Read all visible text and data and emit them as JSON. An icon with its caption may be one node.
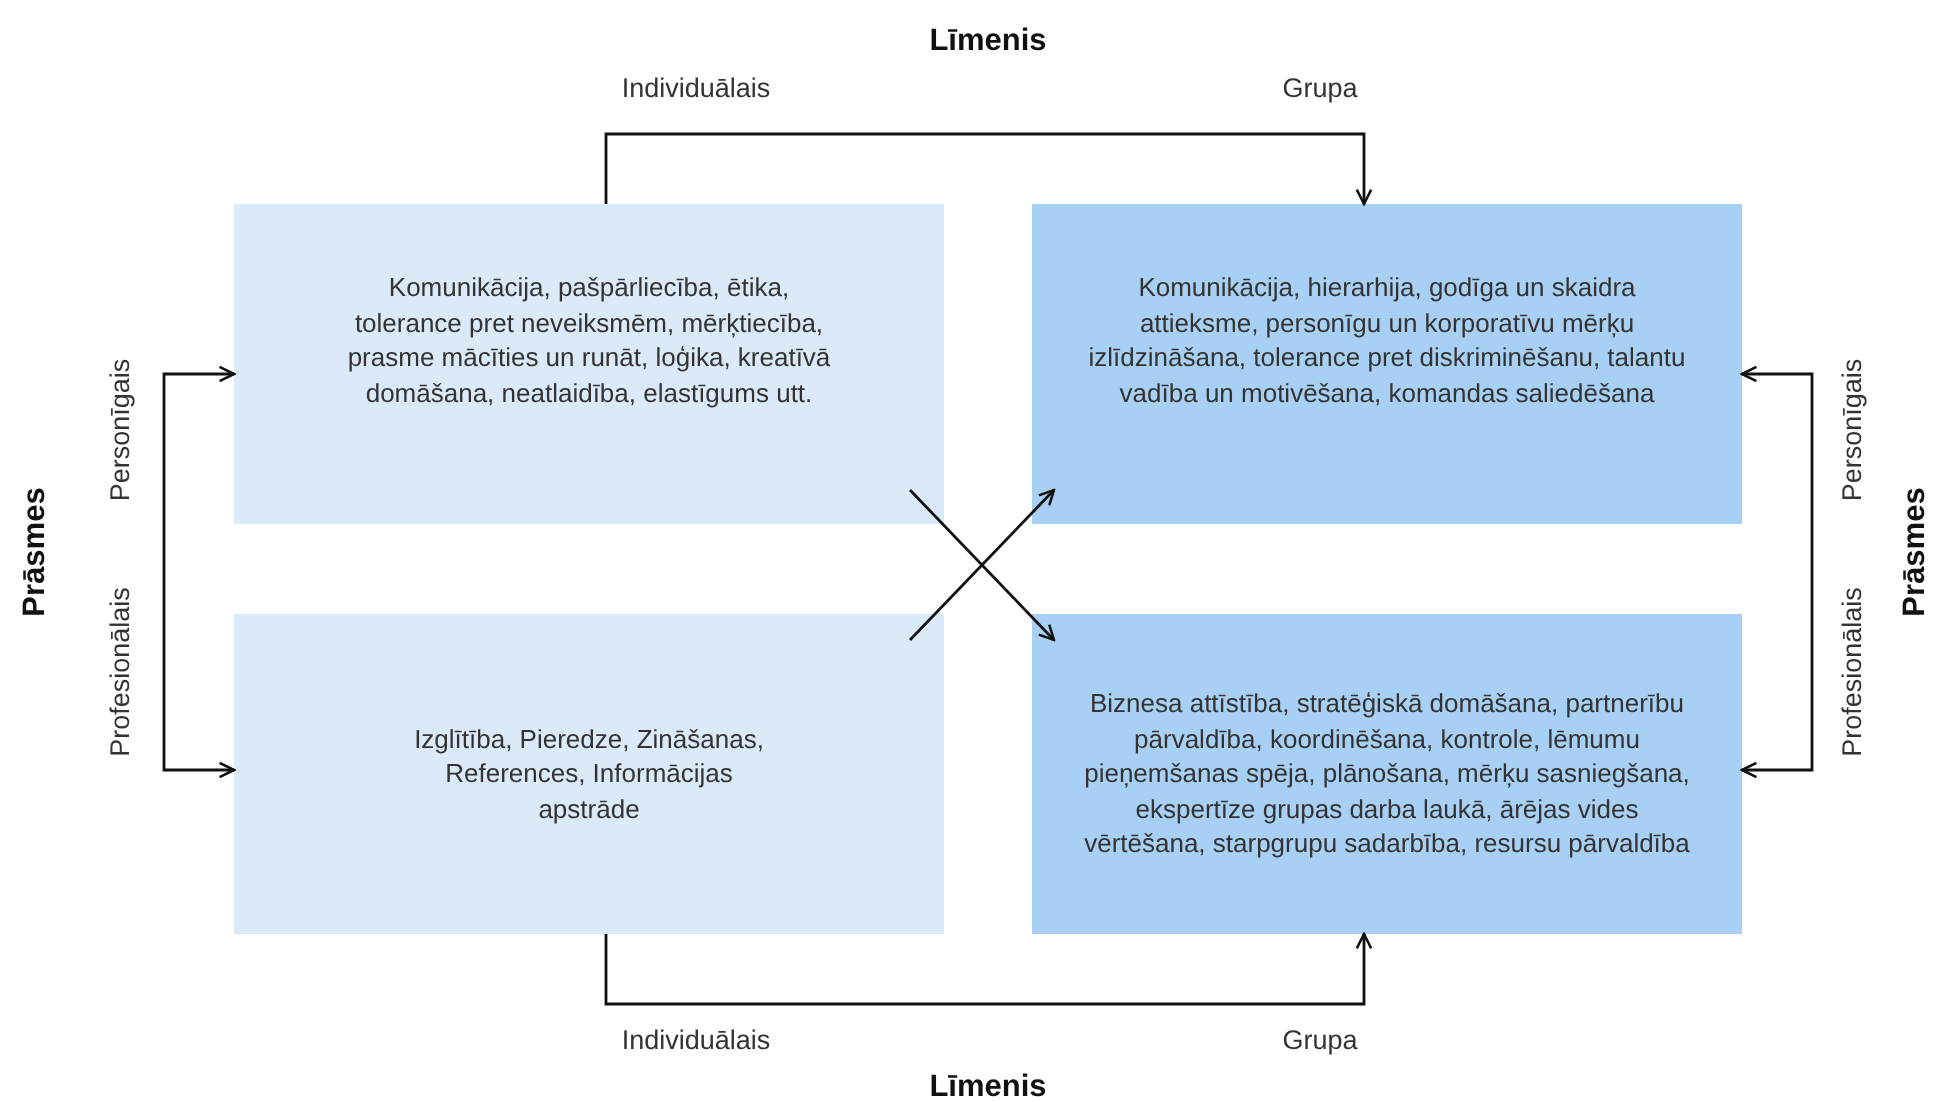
{
  "diagram": {
    "nodes": [
      {
        "text": [
          "Komunikācija, pašpārliecība, ētika, tolerance pret neveiksmēm, mērķtiecība, prasme mācīties un runāt, loģika, kreatīvā domāšana, neatlaidība, elastīgums utt."
        ]
      },
      {
        "text": [
          "Komunikācija, hierarhija, godīga un skaidra attieksme, personīgu un korporatīvu mērķu izlīdzināšana, tolerance pret diskriminēšanu, talantu vadība un motivēšana, komandas saliedēšana"
        ]
      },
      {
        "text": [
          "Izglītība, Pieredze, Zināšanas, References, Informācijas apstrāde"
        ]
      },
      {
        "text": [
          "Biznesa attīstība, stratēģiskā domāšana, partnerību pārvaldība, koordinēšana, kontrole, lēmumu pieņemšanas spēja, plānošana, mērķu sasniegšana, ekspertīze grupas darba laukā, ārējas vides vērtēšana, starpgrupu sadarbība, resursu pārvaldība"
        ]
      }
    ],
    "edges": [
      {
        "from": 0,
        "to": 1,
        "arrow": "to"
      },
      {
        "from": 0,
        "to": 2,
        "arrow": "both"
      },
      {
        "from": 1,
        "to": 3,
        "arrow": "both"
      },
      {
        "from": 0,
        "to": 3,
        "arrow": "to"
      },
      {
        "from": 2,
        "to": 1,
        "arrow": "to"
      },
      {
        "from": 2,
        "to": 3,
        "arrow": "to"
      }
    ],
    "labels": [
      "Līmenis",
      "Individuālais",
      "Grupa",
      "Prāsmes",
      "Personīgais",
      "Profesionālais",
      "Personīgais",
      "Profesionālais",
      "Prāsmes",
      "Individuālais",
      "Grupa",
      "Līmenis"
    ]
  }
}
